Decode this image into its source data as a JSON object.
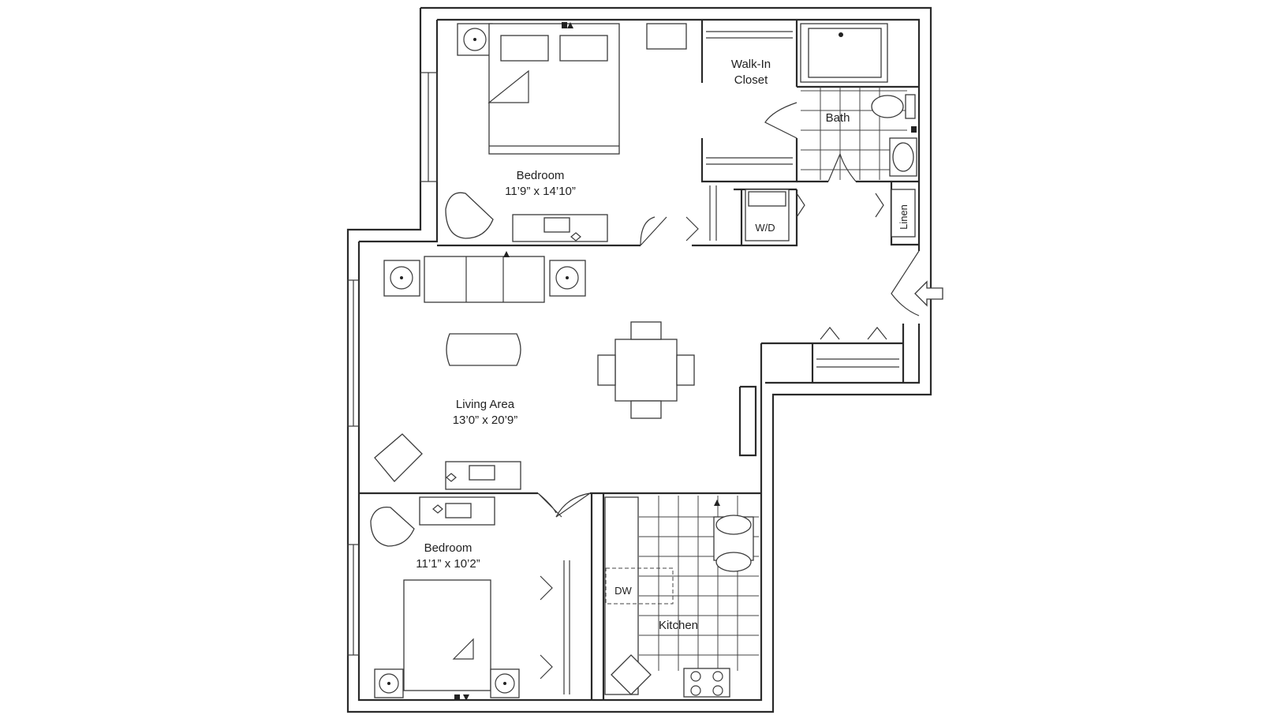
{
  "rooms": {
    "bedroom_main": {
      "name": "Bedroom",
      "dims": "11’9” x 14’10”"
    },
    "walk_in_closet": {
      "line1": "Walk-In",
      "line2": "Closet"
    },
    "bath": {
      "name": "Bath"
    },
    "washer_dryer": {
      "name": "W/D"
    },
    "linen": {
      "name": "Linen"
    },
    "living_area": {
      "name": "Living Area",
      "dims": "13’0” x 20’9”"
    },
    "bedroom_second": {
      "name": "Bedroom",
      "dims": "11’1” x 10’2”"
    },
    "kitchen": {
      "name": "Kitchen"
    },
    "dishwasher": {
      "name": "DW"
    }
  },
  "icons": [
    "entry-arrow-icon",
    "ceiling-fan-icon",
    "thermostat-icon",
    "outlet-icon"
  ]
}
